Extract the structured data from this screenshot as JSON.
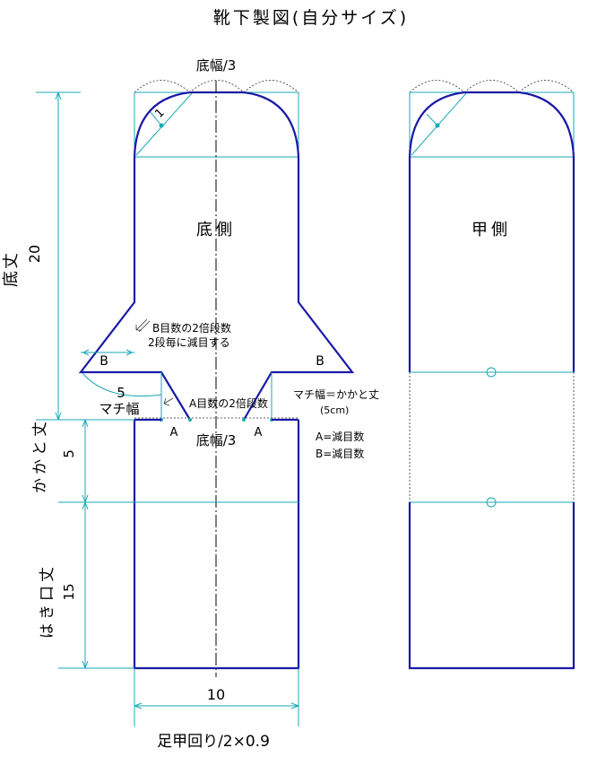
{
  "title": "靴下製図(自分サイズ)",
  "labels": {
    "bottom_width_third_top": "底幅/3",
    "bottom_width_third_mid": "底幅/3",
    "sole_side": "底側",
    "instep_side": "甲側",
    "sole_length": "底丈",
    "sole_length_value": "20",
    "heel_length": "かかと丈",
    "heel_length_value": "5",
    "cuff_length": "はき口丈",
    "cuff_length_value": "15",
    "width_value": "10",
    "bottom_formula": "足甲回り/2×0.9",
    "toe_radius": "1",
    "gusset_width_label": "マチ幅",
    "gusset_width_value": "5",
    "b_note_line1": "B目数の2倍段数",
    "b_note_line2": "2段毎に減目する",
    "a_note": "A目数の2倍段数",
    "gusset_eq": "マチ幅＝かかと丈",
    "gusset_eq_sub": "(5cm)",
    "legend_a": "A=減目数",
    "legend_b": "B=減目数",
    "mark_a_left": "A",
    "mark_a_right": "A",
    "mark_b_left": "B",
    "mark_b_right": "B"
  },
  "colors": {
    "outline": "#1a1aa6",
    "dimension": "#19a9b5",
    "text": "#000000"
  }
}
